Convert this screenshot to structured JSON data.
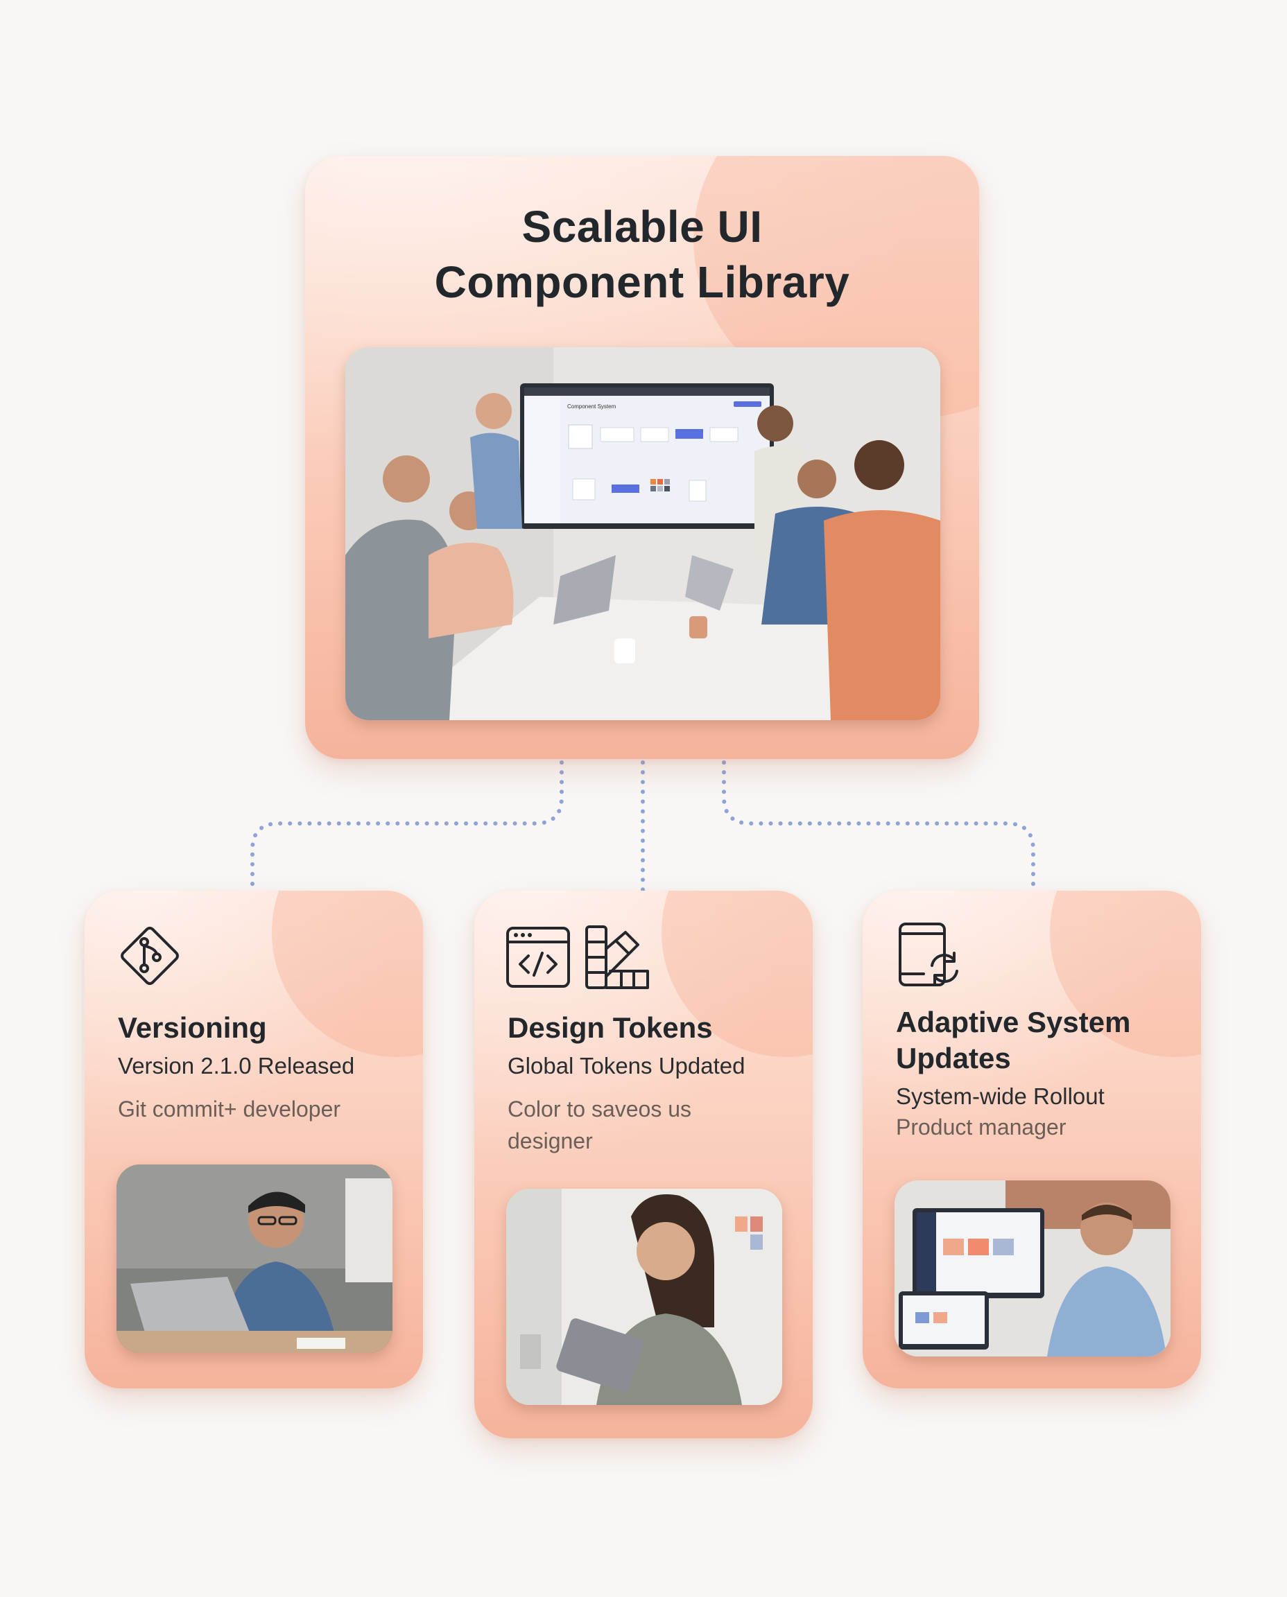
{
  "main": {
    "title_line1": "Scalable UI",
    "title_line2": "Component Library",
    "photo": {
      "screen_title": "Component System"
    }
  },
  "cards": {
    "versioning": {
      "icon": "git-branch-icon",
      "title": "Versioning",
      "subtitle": "Version 2.1.0 Released",
      "meta": "Git commit+ developer"
    },
    "tokens": {
      "icons": [
        "code-window-icon",
        "color-palette-icon"
      ],
      "title": "Design Tokens",
      "subtitle": "Global Tokens Updated",
      "meta_line1": "Color to saveos us",
      "meta_line2": "designer"
    },
    "adaptive": {
      "icon": "device-sync-icon",
      "title_line1": "Adaptive System",
      "title_line2": "Updates",
      "subtitle": "System-wide Rollout",
      "meta": "Product manager"
    }
  },
  "colors": {
    "card_top": "#fde3d8",
    "card_bottom": "#f6b39c",
    "connector": "#8ea4d6",
    "text": "#22272b"
  }
}
